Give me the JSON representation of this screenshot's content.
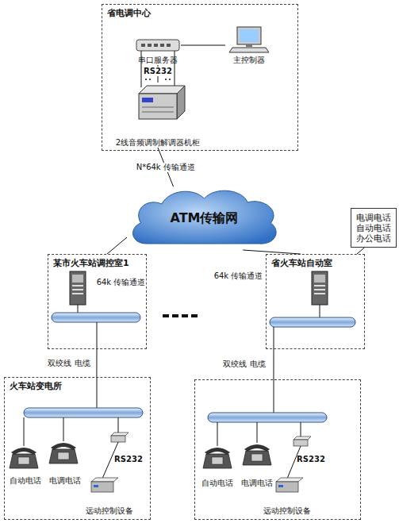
{
  "diagram": {
    "nodes": [
      {
        "text": [
          "省电调中心"
        ]
      },
      {
        "text": [
          "串口服务器"
        ],
        "in": 0
      },
      {
        "text": [
          "主控制器"
        ],
        "in": 0
      },
      {
        "text": [
          "2线音频调制解调器机柜"
        ],
        "in": 0
      },
      {
        "text": [
          "ATM传输网"
        ]
      },
      {
        "text": [
          "某市火车站调控室1"
        ]
      },
      {
        "text": [
          "省火车站自动室"
        ]
      },
      {
        "text": [
          "电调电话 自动电话 办公电话"
        ]
      },
      {
        "text": [
          "火车站变电所"
        ]
      },
      {
        "text": [
          "自动电话"
        ],
        "in": 8
      },
      {
        "text": [
          "电调电话"
        ],
        "in": 8
      },
      {
        "text": [
          "远动控制设备"
        ],
        "in": 8
      },
      {
        "text": []
      },
      {
        "text": [
          "自动电话"
        ],
        "in": 12
      },
      {
        "text": [
          "电调电话"
        ],
        "in": 12
      },
      {
        "text": [
          "远动控制设备"
        ],
        "in": 12
      }
    ],
    "edges": [
      {
        "from": 1,
        "to": 2,
        "arrow": "none"
      },
      {
        "from": 1,
        "to": 3,
        "arrow": "none",
        "label": "RS232"
      },
      {
        "from": 3,
        "to": 4,
        "arrow": "none",
        "label": "N*64k 传输通道"
      },
      {
        "from": 4,
        "to": 5,
        "arrow": "none",
        "label": "64k 传输通道"
      },
      {
        "from": 4,
        "to": 6,
        "arrow": "none",
        "label": "64k 传输通道"
      },
      {
        "from": 5,
        "to": 8,
        "arrow": "none",
        "label": "双绞线 电缆"
      },
      {
        "from": 6,
        "to": 12,
        "arrow": "none",
        "label": "双绞线 电缆"
      },
      {
        "from": 7,
        "to": 6,
        "arrow": "none"
      }
    ],
    "labels": [
      "RS232",
      "RS232"
    ]
  }
}
